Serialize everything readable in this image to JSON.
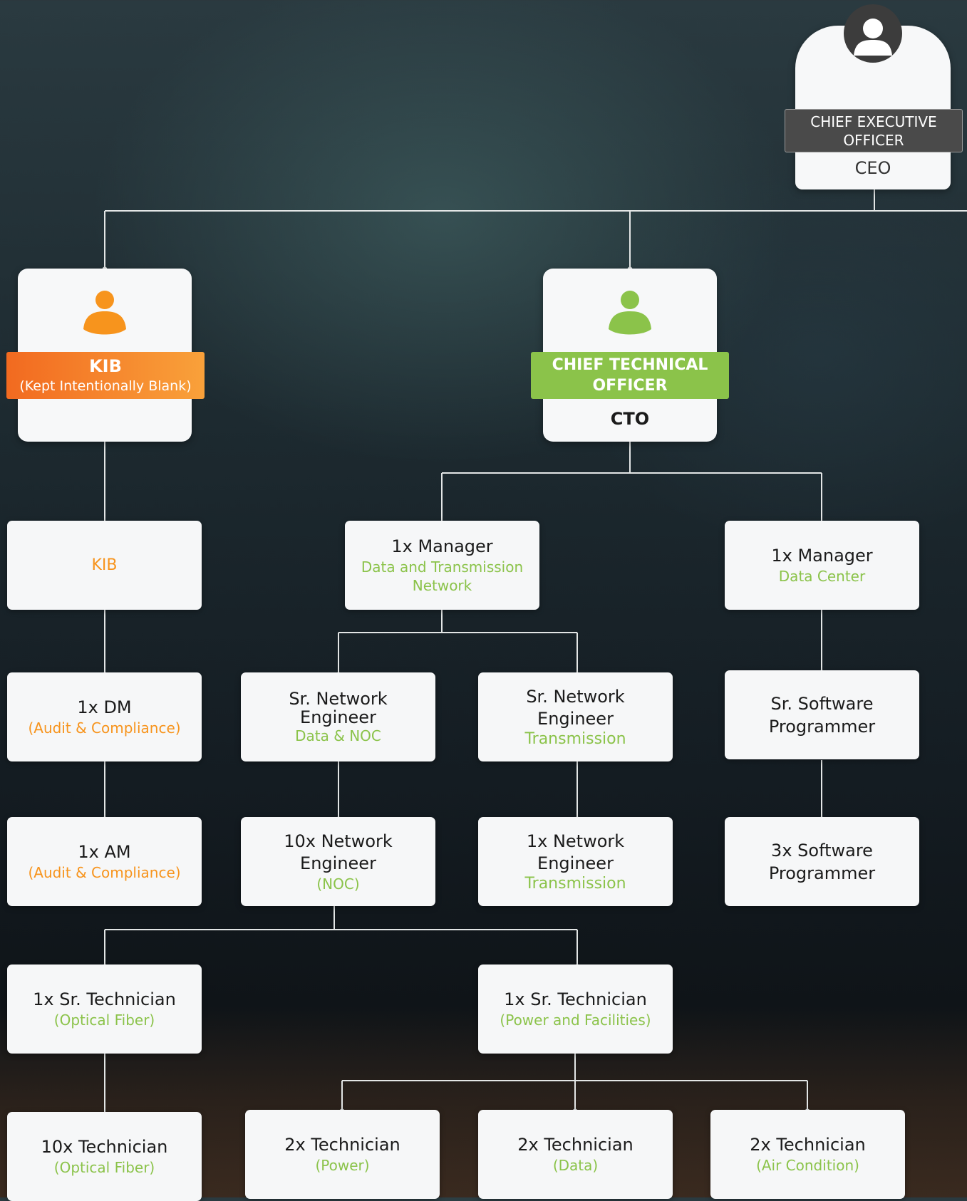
{
  "ceo": {
    "title": "CHIEF EXECUTIVE\nOFFICER",
    "abbr": "CEO"
  },
  "kib_head": {
    "title": "KIB",
    "subtitle": "(Kept Intentionally Blank)"
  },
  "cto": {
    "title": "CHIEF TECHNICAL\nOFFICER",
    "abbr": "CTO"
  },
  "colors": {
    "green": "#8bc34a",
    "orange": "#f7941d",
    "dark": "#3c3c3c"
  },
  "nodes": {
    "kib": {
      "sub": "KIB"
    },
    "mgr_dtn": {
      "main": "1x Manager",
      "sub": "Data and Transmission\nNetwork"
    },
    "mgr_dc": {
      "main": "1x Manager",
      "sub": "Data Center"
    },
    "dm": {
      "main": "1x DM",
      "sub": "(Audit & Compliance)"
    },
    "srne_noc": {
      "main": "Sr. Network\nEngineer",
      "sub": "Data & NOC"
    },
    "srne_tx": {
      "main": "Sr. Network\nEngineer",
      "sub": "Transmission"
    },
    "srsp": {
      "main": "Sr. Software\nProgrammer"
    },
    "am": {
      "main": "1x AM",
      "sub": "(Audit & Compliance)"
    },
    "ne_noc": {
      "main": "10x  Network\nEngineer",
      "sub": "(NOC)"
    },
    "ne_tx": {
      "main": "1x Network\nEngineer",
      "sub": "Transmission"
    },
    "sp": {
      "main": "3x Software\nProgrammer"
    },
    "srt_of": {
      "main": "1x Sr. Technician",
      "sub": "(Optical Fiber)"
    },
    "srt_pf": {
      "main": "1x Sr. Technician",
      "sub": "(Power and Facilities)"
    },
    "t_of": {
      "main": "10x  Technician",
      "sub": "(Optical Fiber)"
    },
    "t_pw": {
      "main": "2x Technician",
      "sub": "(Power)"
    },
    "t_dt": {
      "main": "2x Technician",
      "sub": "(Data)"
    },
    "t_ac": {
      "main": "2x Technician",
      "sub": "(Air Condition)"
    }
  }
}
